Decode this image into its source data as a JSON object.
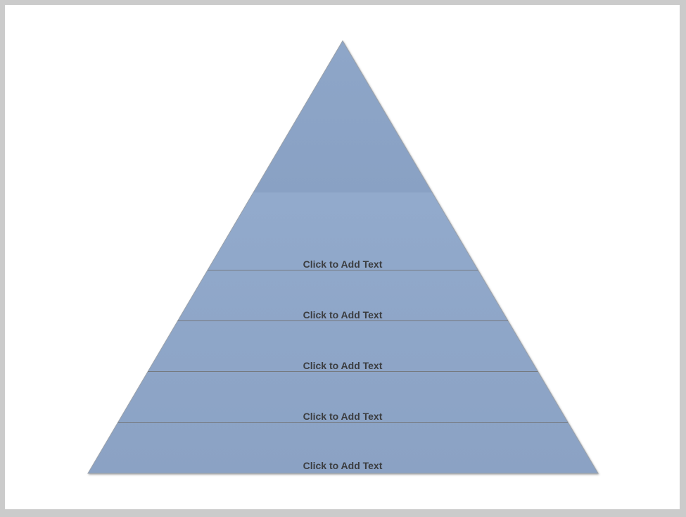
{
  "window": {
    "frame_color": "#cbcbcb",
    "canvas_color": "#ffffff"
  },
  "pyramid": {
    "diagram_type": "pyramid",
    "level_count": 5,
    "levels": [
      {
        "label": "Click to Add Text"
      },
      {
        "label": "Click to Add Text"
      },
      {
        "label": "Click to Add Text"
      },
      {
        "label": "Click to Add Text"
      },
      {
        "label": "Click to Add Text"
      }
    ],
    "fill_gradient": [
      "#8ea6c8",
      "#89a1c4",
      "#92aacc",
      "#8ba2c4"
    ],
    "outline_color": "#99a1ab",
    "divider_color": "#75797f",
    "text_color": "#3b3d40",
    "shadow_color": "#5a5a5a"
  }
}
